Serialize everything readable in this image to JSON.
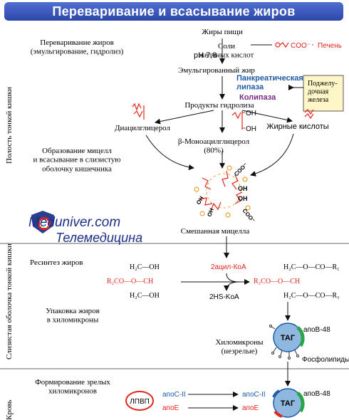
{
  "title": "Переваривание и всасывание жиров",
  "colors": {
    "title_bg": "#3553b8",
    "red": "#e3251b",
    "blue": "#1e5aa8",
    "purple": "#7a2a86",
    "orange": "#e8a02a",
    "green": "#2aa54a",
    "cell_blue": "#8fb8e0"
  },
  "zones": {
    "small_intestine_cavity": "Полость тонкой кишки",
    "mucosa": "Слизистая оболочка тонкой кишки",
    "blood": "Кровь"
  },
  "steps": {
    "digestion": "Переваривание жиров\n(эмульгирование, гидролиз)",
    "micelle_formation": "Образование мицелл\nи всасывание в слизистую\nоболочку кишечника",
    "resynthesis": "Ресинтез жиров",
    "packaging": "Упаковка жиров\nв хиломикроны",
    "maturation": "Формирование зрелых\nхиломикронов"
  },
  "labels": {
    "dietary_fats": "Жиры пищи",
    "bile_salts": "Соли\nжелчных кислот",
    "liver": "Печень",
    "ph": "pH 7,8",
    "emulsified_fat": "Эмульгированный жир",
    "pancreatic_lipase": "Панкреатическая\nлипаза",
    "colipase": "Колипаза",
    "pancreas": "Поджелу-\nдочная\nжелеза",
    "hydrolysis_products": "Продукты гидролиза",
    "diacylglycerol": "Диацилглицерол",
    "monoacylglycerol": "β-Моноацилглицерол\n(80%)",
    "fatty_acids": "Жирные кислоты",
    "mixed_micelle": "Смешанная мицелла",
    "acyl_coa": "2ацил-КоА",
    "hs_coa": "2HS-KoA",
    "chylomicrons_immature": "Хиломикроны\n(незрелые)",
    "phospholipids": "Фосфолипиды",
    "tag": "ТАГ",
    "apoB48": "апоВ-48",
    "apoC2": "апоС-II",
    "apoE": "апоЕ",
    "hdl": "ЛПВП",
    "coo": "COO⁻",
    "oh": "OH"
  },
  "structures": {
    "mag_lines": [
      "H₂C—OH",
      "R₂CO—O—CH",
      "H₂C—OH"
    ],
    "tag_lines": [
      "H₂C—O—CO—R₁",
      "R₂CO—O—CH",
      "H₂C—O—CO—R₃"
    ]
  },
  "watermark": {
    "site": "Meduniver.com",
    "sub": "Телемедицина"
  }
}
